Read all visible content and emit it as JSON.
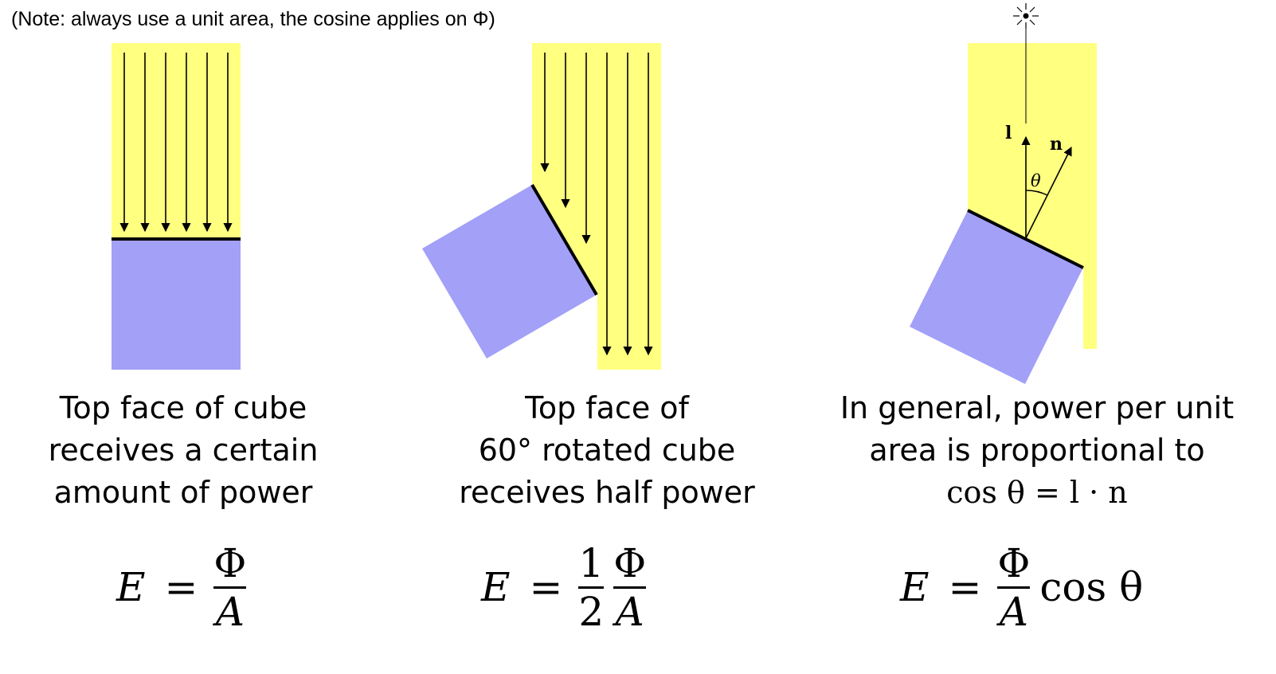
{
  "note": "(Note: always use a unit area, the cosine applies on Φ)",
  "colors": {
    "light": "#FFFF80",
    "surface": "#A3A0F8",
    "ink": "#000000"
  },
  "panels": [
    {
      "caption_lines": [
        "Top face of cube",
        "receives a certain",
        "amount of power"
      ],
      "formula": {
        "lhs": "E",
        "eq": "=",
        "num": "Φ",
        "den": "A"
      }
    },
    {
      "caption_lines": [
        "Top face of",
        "60° rotated cube",
        "receives half power"
      ],
      "formula": {
        "lhs": "E",
        "eq": "=",
        "coef_num": "1",
        "coef_den": "2",
        "num": "Φ",
        "den": "A"
      }
    },
    {
      "caption_lines": [
        "In general, power per unit",
        "area is proportional to",
        "cos θ = l · n"
      ],
      "formula": {
        "lhs": "E",
        "eq": "=",
        "num": "Φ",
        "den": "A",
        "tail": "cos θ"
      }
    }
  ],
  "vector_labels": {
    "light": "l",
    "normal": "n",
    "angle": "θ"
  },
  "light_source_icon": "sun-icon"
}
